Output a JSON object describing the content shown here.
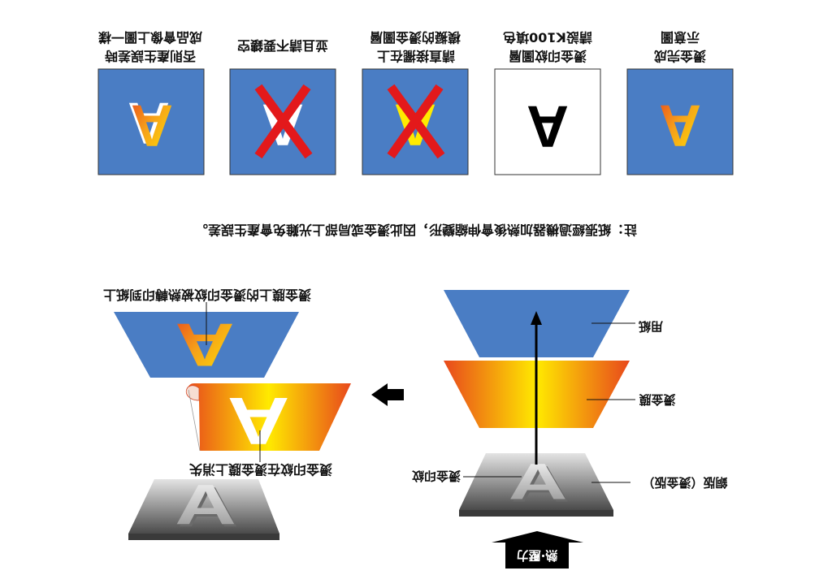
{
  "letter": "A",
  "examples": [
    {
      "caption": [
        "燙金完成",
        "示意圖"
      ],
      "marked_wrong": false
    },
    {
      "caption": [
        "燙金印紋圖層",
        "請設K100填色"
      ],
      "marked_wrong": false
    },
    {
      "caption": [
        "請直接擺在上",
        "模擬的燙金圖層"
      ],
      "marked_wrong": true
    },
    {
      "caption": [
        "並且請不要鏤空"
      ],
      "marked_wrong": true
    },
    {
      "caption": [
        "否則產生誤差時",
        "成品會像上圖一樣"
      ],
      "marked_wrong": false
    }
  ],
  "note": "註：紙張經過機器加熱後會伸縮變形，因此燙金或局部上光難免會產生誤差。",
  "process": {
    "paper": "用紙",
    "foil_film": "燙金膜",
    "plate": "銅版（燙金版）",
    "foil_pattern": "燙金印紋",
    "force": "熱·壓力",
    "result_transfer": "燙金膜上的燙金印紋被熱轉印到紙上",
    "result_vanish": "燙金印紋在燙金膜上消失"
  },
  "icons": {
    "press": "press-arrow-icon",
    "direction": "left-arrow-icon",
    "wrong": "red-x-icon"
  },
  "colors": {
    "paper_blue": "#4a7dc4",
    "foil_orange": "#e8481c",
    "foil_mid": "#f6a01a",
    "foil_yellow": "#ffea00",
    "wrong_red": "#e3191b",
    "plate_light": "#e4e4e4",
    "plate_dark": "#4a4a4a",
    "k100_black": "#000000"
  }
}
